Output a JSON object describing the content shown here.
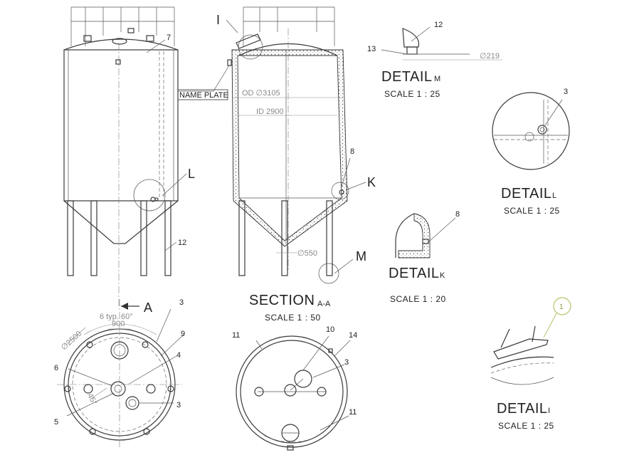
{
  "section": {
    "title": "SECTION",
    "suffix": "A-A",
    "scale": "SCALE 1 : 50"
  },
  "section_arrow": {
    "label": "A"
  },
  "detail_m": {
    "title": "DETAIL",
    "suffix": "M",
    "scale": "SCALE 1 : 25"
  },
  "detail_l": {
    "title": "DETAIL",
    "suffix": "L",
    "scale": "SCALE 1 : 25"
  },
  "detail_k": {
    "title": "DETAIL",
    "suffix": "K",
    "scale": "SCALE 1 : 20"
  },
  "detail_i": {
    "title": "DETAIL",
    "suffix": "I",
    "scale": "SCALE 1 : 25"
  },
  "callouts": {
    "I": "I",
    "L": "L",
    "K": "K",
    "M": "M",
    "balloon_1": "1",
    "n7": "7",
    "n12_front": "12",
    "n8_section": "8",
    "n12_m": "12",
    "n13_m": "13",
    "n3_l": "3",
    "n8_k": "8",
    "n3_top_a": "3",
    "n9_top": "9",
    "n4_top": "4",
    "n6_top": "6",
    "n5_top": "5",
    "n3_top_b": "3",
    "n11_a": "11",
    "n10": "10",
    "n14": "14",
    "n3_bottom": "3",
    "n11_b": "11"
  },
  "dimensions": {
    "od": "OD ∅3105",
    "id": "ID 2900",
    "d550": "∅550",
    "d219": "∅219",
    "d2500": "∅2500",
    "w900": "900",
    "typ60": "6 typ. 60°",
    "a45": "45°"
  },
  "name_plate": "NAME PLATE",
  "colors": {
    "line": "#3a3a3a",
    "balloon": "#b5c46a",
    "text": "#222222"
  }
}
